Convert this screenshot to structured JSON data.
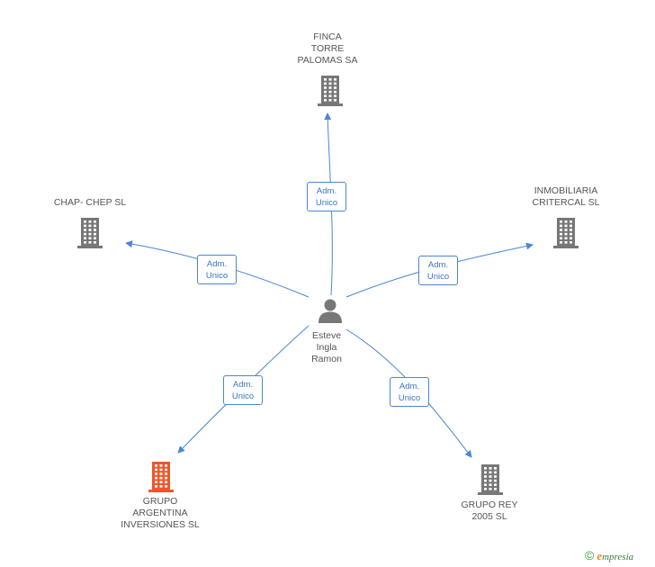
{
  "center": {
    "label": "Esteve\nIngla\nRamon",
    "icon": "person-icon",
    "color": "#777777"
  },
  "companies": [
    {
      "id": "finca",
      "label": "FINCA\nTORRE\nPALOMAS SA",
      "color": "#777777",
      "icon": "building-icon",
      "relation": "Adm.\nUnico"
    },
    {
      "id": "chap",
      "label": "CHAP- CHEP SL",
      "color": "#777777",
      "icon": "building-icon",
      "relation": "Adm.\nUnico"
    },
    {
      "id": "inmobiliaria",
      "label": "INMOBILIARIA\nCRITERCAL SL",
      "color": "#777777",
      "icon": "building-icon",
      "relation": "Adm.\nUnico"
    },
    {
      "id": "argentina",
      "label": "GRUPO\nARGENTINA\nINVERSIONES SL",
      "color": "#f0562a",
      "icon": "building-icon",
      "relation": "Adm.\nUnico"
    },
    {
      "id": "rey",
      "label": "GRUPO REY\n2005 SL",
      "color": "#777777",
      "icon": "building-icon",
      "relation": "Adm.\nUnico"
    }
  ],
  "edge_color": "#4a86d4",
  "watermark": {
    "symbol": "©",
    "brand_initial": "e",
    "brand_rest": "mpresia"
  }
}
